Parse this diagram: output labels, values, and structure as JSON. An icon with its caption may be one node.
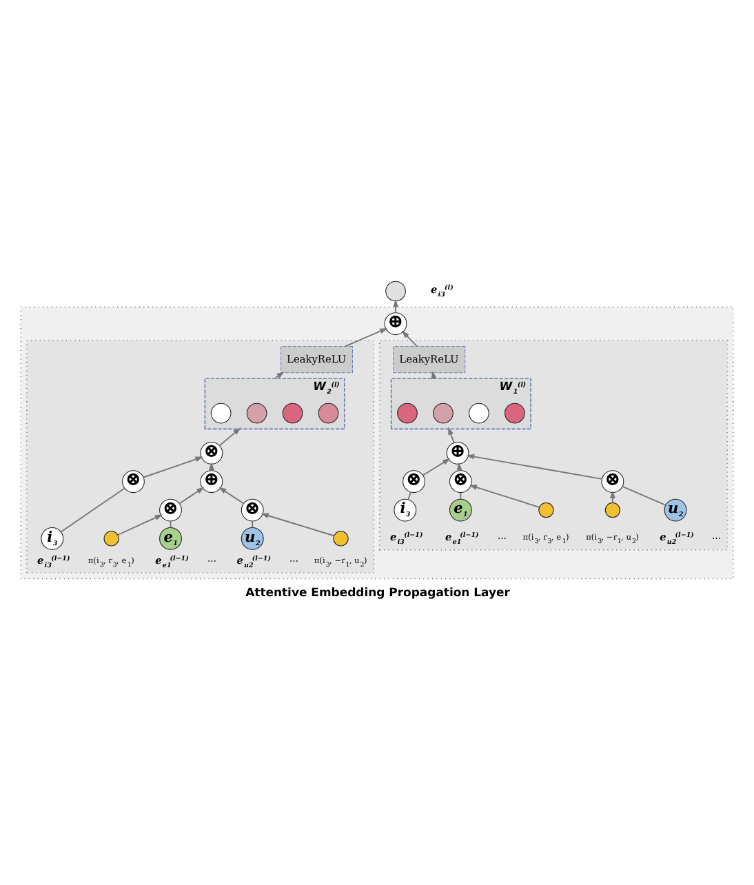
{
  "diagram": {
    "caption": "Attentive Embedding Propagation Layer",
    "nodes": [
      {
        "text": [],
        "shape": "box"
      },
      {
        "text": [],
        "shape": "circle",
        "beside": [
          "e$_{i3}$$^{(l)}$"
        ]
      },
      {
        "text": [
          "⊕"
        ],
        "in": 0
      },
      {
        "text": [],
        "shape": "box",
        "in": 0
      },
      {
        "text": [
          "LeakyReLU"
        ],
        "in": 3
      },
      {
        "text": [],
        "shape": "box",
        "in": 3,
        "beside": [
          "W$_{1}$$^{(l)}$"
        ]
      },
      {
        "text": [],
        "shape": "circle",
        "in": 5
      },
      {
        "text": [],
        "shape": "circle",
        "in": 5
      },
      {
        "text": [],
        "shape": "circle",
        "in": 5
      },
      {
        "text": [],
        "shape": "circle",
        "in": 5
      },
      {
        "text": [
          "⊕"
        ],
        "in": 3
      },
      {
        "text": [
          "⊗"
        ],
        "in": 3
      },
      {
        "text": [
          "⊗"
        ],
        "in": 3
      },
      {
        "text": [
          "⊗"
        ],
        "in": 3
      },
      {
        "text": [],
        "shape": "circle",
        "in": 3,
        "beside": [
          "π(i$_{3}$, −r$_{1}$, u$_{2}$)"
        ]
      },
      {
        "text": [],
        "shape": "circle",
        "in": 3,
        "beside": [
          "π(i$_{3}$, r$_{3}$, e$_{1}$)"
        ]
      },
      {
        "text": [
          "i$_{3}$"
        ],
        "in": 3,
        "beside": [
          "e$_{i3}$$^{(l−1)}$"
        ]
      },
      {
        "text": [
          "e$_{1}$"
        ],
        "in": 3,
        "beside": [
          "e$_{e1}$$^{(l−1)}$"
        ]
      },
      {
        "text": [
          "u$_{2}$"
        ],
        "in": 3,
        "beside": [
          "e$_{u2}$$^{(l−1)}$"
        ]
      },
      {
        "text": [],
        "shape": "box",
        "in": 0
      },
      {
        "text": [
          "LeakyReLU"
        ],
        "in": 19
      },
      {
        "text": [],
        "shape": "box",
        "in": 19,
        "beside": [
          "W$_{2}$$^{(l)}$"
        ]
      },
      {
        "text": [],
        "shape": "circle",
        "in": 21
      },
      {
        "text": [],
        "shape": "circle",
        "in": 21
      },
      {
        "text": [],
        "shape": "circle",
        "in": 21
      },
      {
        "text": [],
        "shape": "circle",
        "in": 21
      },
      {
        "text": [
          "⊗"
        ],
        "in": 19
      },
      {
        "text": [
          "⊗"
        ],
        "in": 19
      },
      {
        "text": [
          "⊕"
        ],
        "in": 19
      },
      {
        "text": [
          "⊗"
        ],
        "in": 19
      },
      {
        "text": [
          "⊗"
        ],
        "in": 19
      },
      {
        "text": [],
        "shape": "circle",
        "in": 19,
        "beside": [
          "π(i$_{3}$, r$_{3}$, e$_{1}$)"
        ]
      },
      {
        "text": [],
        "shape": "circle",
        "in": 19,
        "beside": [
          "π(i$_{3}$, −r$_{1}$, u$_{2}$)"
        ]
      },
      {
        "text": [
          "i$_{3}$"
        ],
        "in": 19,
        "beside": [
          "e$_{i3}$$^{(l−1)}$"
        ]
      },
      {
        "text": [
          "e$_{1}$"
        ],
        "in": 19,
        "beside": [
          "e$_{e1}$$^{(l−1)}$"
        ]
      },
      {
        "text": [
          "u$_{2}$"
        ],
        "in": 19,
        "beside": [
          "e$_{u2}$$^{(l−1)}$"
        ]
      }
    ],
    "edges": [
      {
        "from": 2,
        "to": 1,
        "arrow": "to"
      },
      {
        "from": 4,
        "to": 2,
        "arrow": "to"
      },
      {
        "from": 20,
        "to": 2,
        "arrow": "to"
      },
      {
        "from": 5,
        "to": 4,
        "arrow": "to"
      },
      {
        "from": 10,
        "to": 5,
        "arrow": "to"
      },
      {
        "from": 11,
        "to": 10,
        "arrow": "to"
      },
      {
        "from": 12,
        "to": 10,
        "arrow": "to"
      },
      {
        "from": 13,
        "to": 10,
        "arrow": "to"
      },
      {
        "from": 14,
        "to": 13,
        "arrow": "to"
      },
      {
        "from": 15,
        "to": 12,
        "arrow": "to"
      },
      {
        "from": 16,
        "to": 11,
        "arrow": "none"
      },
      {
        "from": 17,
        "to": 12,
        "arrow": "none"
      },
      {
        "from": 18,
        "to": 13,
        "arrow": "none"
      },
      {
        "from": 21,
        "to": 20,
        "arrow": "to"
      },
      {
        "from": 26,
        "to": 21,
        "arrow": "to"
      },
      {
        "from": 27,
        "to": 26,
        "arrow": "to"
      },
      {
        "from": 28,
        "to": 26,
        "arrow": "to"
      },
      {
        "from": 29,
        "to": 28,
        "arrow": "to"
      },
      {
        "from": 30,
        "to": 28,
        "arrow": "to"
      },
      {
        "from": 31,
        "to": 29,
        "arrow": "to"
      },
      {
        "from": 32,
        "to": 30,
        "arrow": "to"
      },
      {
        "from": 33,
        "to": 27,
        "arrow": "none"
      },
      {
        "from": 34,
        "to": 29,
        "arrow": "none"
      },
      {
        "from": 35,
        "to": 30,
        "arrow": "none"
      }
    ],
    "labels": [
      "⋯",
      "⋯",
      "⋯",
      "⋯"
    ]
  }
}
